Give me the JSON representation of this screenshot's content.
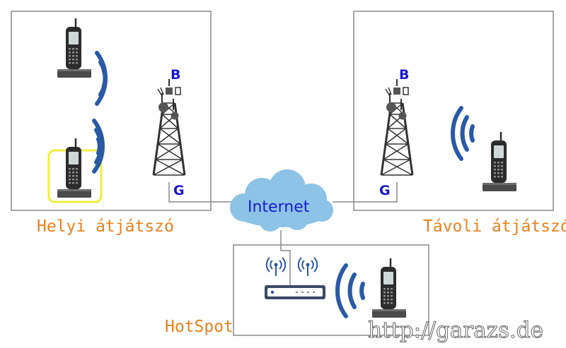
{
  "colors": {
    "orange": "#e8821e",
    "blue": "#1a1ad0",
    "wave": "#2a5aa6",
    "cloud": "#8cc3e6",
    "frame": "#8a8a8a",
    "highlight": "#f0ee40",
    "dark": "#333333"
  },
  "labels": {
    "local_repeater": "Helyi átjátszó",
    "remote_repeater": "Távoli átjátszó",
    "hotspot": "HotSpot",
    "internet": "Internet",
    "watermark": "http://garazs.de"
  },
  "tower_local": {
    "top": "B",
    "bottom": "G"
  },
  "tower_remote": {
    "top": "B",
    "bottom": "G"
  },
  "icons": {
    "radio": "handheld-radio-icon",
    "tower": "radio-tower-icon",
    "cloud": "cloud-icon",
    "router": "wifi-router-icon",
    "waves": "radio-wave-icon"
  }
}
